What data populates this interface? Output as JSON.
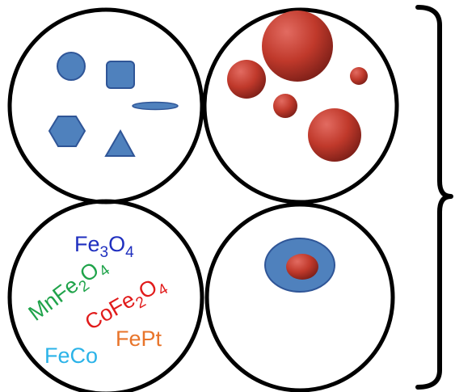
{
  "colors": {
    "blue_fill": "#4f81bd",
    "blue_stroke": "#2f5597",
    "red_fill": "#c0392b",
    "red_highlight": "#e26b61",
    "outline": "#000000"
  },
  "panels": {
    "shapes": {
      "icons": [
        "circle-icon",
        "rounded-square-icon",
        "rod-icon",
        "hexagon-icon",
        "triangle-icon"
      ]
    },
    "sizes": {
      "icons": [
        "large-sphere-icon",
        "medium-sphere-icon",
        "small-sphere-icon",
        "tiny-sphere-icon",
        "large-sphere-icon"
      ]
    },
    "compositions": {
      "labels": [
        {
          "id": "fe3o4",
          "parts": [
            {
              "t": "Fe"
            },
            {
              "t": "3",
              "sub": true
            },
            {
              "t": "O"
            },
            {
              "t": "4",
              "sub": true
            }
          ],
          "color": "#1f2fbf"
        },
        {
          "id": "mnfe2o4",
          "parts": [
            {
              "t": "MnFe"
            },
            {
              "t": "2",
              "sub": true
            },
            {
              "t": "O"
            },
            {
              "t": "4",
              "sub": true
            }
          ],
          "color": "#1fa34a"
        },
        {
          "id": "cofe2o4",
          "parts": [
            {
              "t": "CoFe"
            },
            {
              "t": "2",
              "sub": true
            },
            {
              "t": "O"
            },
            {
              "t": "4",
              "sub": true
            }
          ],
          "color": "#e11b1b"
        },
        {
          "id": "fept",
          "parts": [
            {
              "t": "FePt"
            }
          ],
          "color": "#e8742a"
        },
        {
          "id": "feco",
          "parts": [
            {
              "t": "FeCo"
            }
          ],
          "color": "#2bb3e8"
        }
      ]
    },
    "core_shell": {
      "icons": [
        "core-shell-particle-icon"
      ]
    }
  }
}
